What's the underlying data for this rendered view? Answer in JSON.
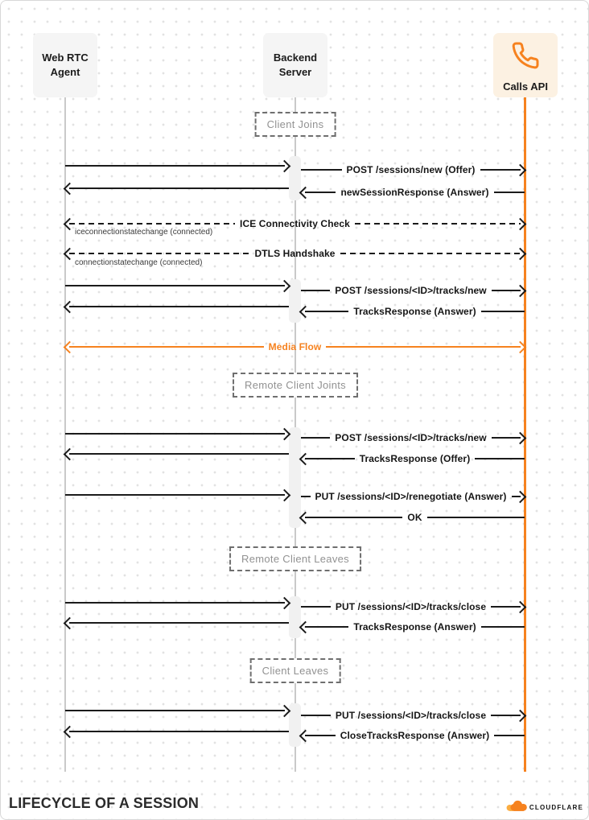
{
  "diagram": {
    "actors": [
      {
        "label": "Web RTC Agent"
      },
      {
        "label": "Backend Server"
      },
      {
        "label": "Calls API",
        "icon": "phone-icon"
      }
    ],
    "notes": [
      {
        "label": "Client Joins"
      },
      {
        "label": "Remote Client Joints"
      },
      {
        "label": "Remote Client Leaves"
      },
      {
        "label": "Client Leaves"
      }
    ],
    "messages": [
      {
        "label": "POST /sessions/new (Offer)",
        "from": "Backend Server",
        "to": "Calls API",
        "style": "solid"
      },
      {
        "label": "newSessionResponse (Answer)",
        "from": "Calls API",
        "to": "Backend Server",
        "style": "solid"
      },
      {
        "label": "ICE Connectivity Check",
        "sub": "iceconnectionstatechange (connected)",
        "from": "Web RTC Agent",
        "to": "Calls API",
        "style": "dashed",
        "bidirectional": true
      },
      {
        "label": "DTLS Handshake",
        "sub": "connectionstatechange (connected)",
        "from": "Web RTC Agent",
        "to": "Calls API",
        "style": "dashed",
        "bidirectional": true
      },
      {
        "label": "POST /sessions/<ID>/tracks/new",
        "from": "Backend Server",
        "to": "Calls API",
        "style": "solid"
      },
      {
        "label": "TracksResponse (Answer)",
        "from": "Calls API",
        "to": "Backend Server",
        "style": "solid"
      },
      {
        "label": "Media Flow",
        "from": "Web RTC Agent",
        "to": "Calls API",
        "style": "solid",
        "bidirectional": true,
        "color": "#F6821F"
      },
      {
        "label": "POST /sessions/<ID>/tracks/new",
        "from": "Backend Server",
        "to": "Calls API",
        "style": "solid"
      },
      {
        "label": "TracksResponse (Offer)",
        "from": "Calls API",
        "to": "Backend Server",
        "style": "solid"
      },
      {
        "label": "PUT /sessions/<ID>/renegotiate (Answer)",
        "from": "Backend Server",
        "to": "Calls API",
        "style": "solid"
      },
      {
        "label": "OK",
        "from": "Calls API",
        "to": "Backend Server",
        "style": "solid"
      },
      {
        "label": "PUT /sessions/<ID>/tracks/close",
        "from": "Backend Server",
        "to": "Calls API",
        "style": "solid"
      },
      {
        "label": "TracksResponse (Answer)",
        "from": "Calls API",
        "to": "Backend Server",
        "style": "solid"
      },
      {
        "label": "PUT /sessions/<ID>/tracks/close",
        "from": "Backend Server",
        "to": "Calls API",
        "style": "solid"
      },
      {
        "label": "CloseTracksResponse (Answer)",
        "from": "Calls API",
        "to": "Backend Server",
        "style": "solid"
      }
    ],
    "colors": {
      "accent_orange": "#F6821F",
      "arrow_black": "#1B1B1B",
      "lifeline_gray": "#C9C9C9",
      "actor_bg": "#F5F5F5",
      "calls_api_bg": "#FCF1E2",
      "note_text": "#929292",
      "note_border": "#6F6F6F"
    }
  },
  "footer": {
    "title": "LIFECYCLE OF A SESSION",
    "brand": "CLOUDFLARE"
  }
}
